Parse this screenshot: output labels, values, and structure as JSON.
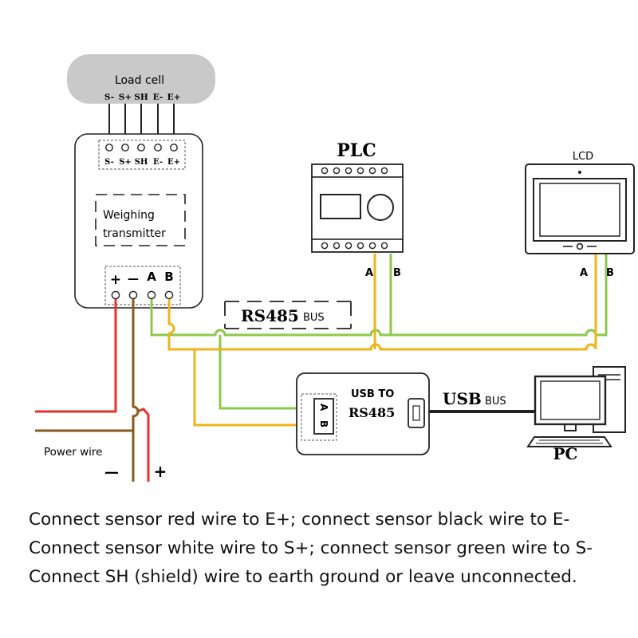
{
  "load_cell": {
    "label": "Load cell",
    "pins": [
      "S-",
      "S+",
      "SH",
      "E-",
      "E+"
    ]
  },
  "transmitter": {
    "pins": [
      "S-",
      "S+",
      "SH",
      "E-",
      "E+"
    ],
    "label_line1": "Weighing",
    "label_line2": "transmitter",
    "bottom_terminals": [
      "+",
      "—",
      "A",
      "B"
    ]
  },
  "plc": {
    "label": "PLC",
    "pin_a": "A",
    "pin_b": "B"
  },
  "lcd": {
    "label": "LCD",
    "pin_a": "A",
    "pin_b": "B"
  },
  "rs485_bus": {
    "label_main": "RS485",
    "label_bus": "BUS"
  },
  "converter": {
    "label_line1": "USB TO",
    "label_line2": "RS485",
    "pin_a": "A",
    "pin_b": "B"
  },
  "usb_bus": {
    "label_main": "USB",
    "label_bus": "BUS"
  },
  "pc": {
    "label": "PC"
  },
  "power": {
    "label": "Power wire",
    "minus": "—",
    "plus": "+"
  },
  "colors": {
    "red_wire": "#e8312a",
    "brown_wire": "#8a5a1e",
    "green_wire": "#8cc84b",
    "yellow_wire": "#f0b419",
    "usb_cable": "#222222",
    "load_cell_fill": "#c9c9c9"
  },
  "caption": {
    "line1": "Connect sensor red wire to E+; connect sensor black wire to E-",
    "line2": "Connect sensor white wire to S+; connect sensor green wire to S-",
    "line3": "Connect SH (shield) wire to earth ground or leave unconnected."
  }
}
